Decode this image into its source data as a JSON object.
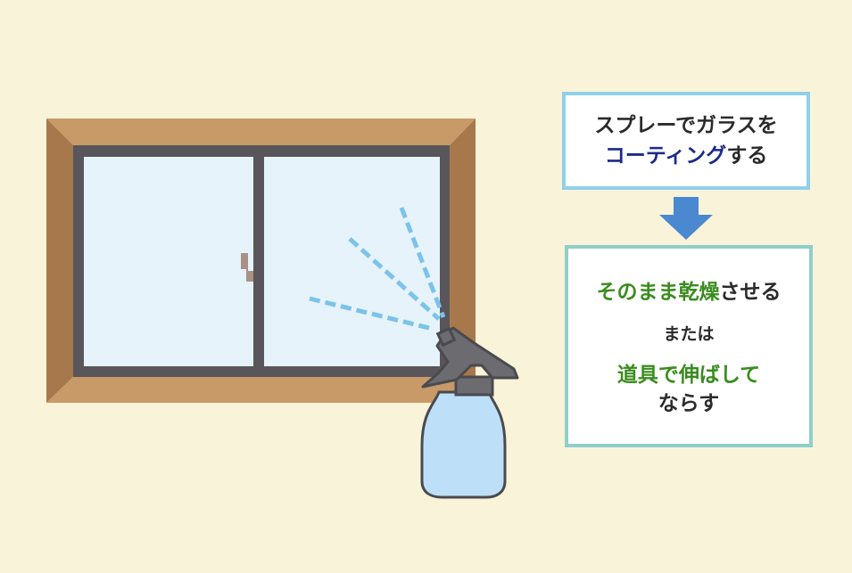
{
  "step1": {
    "line1": "スプレーでガラスを",
    "line2_highlight": "コーティング",
    "line2_rest": "する"
  },
  "step2": {
    "option1_highlight": "そのまま乾燥",
    "option1_rest": "させる",
    "connector": "または",
    "option2_highlight": "道具で伸ばして",
    "option2_rest": "ならす"
  },
  "colors": {
    "background": "#f9f3d9",
    "frame": "#b0875c",
    "glass": "#e6f3fb",
    "sash": "#58565a",
    "spray_mist": "#7cc3ea",
    "bottle": "#bde0f8",
    "highlight_navy": "#1b2a8a",
    "highlight_green": "#3a8c1f",
    "arrow": "#4a88d0"
  },
  "icons": [
    "window-icon",
    "spray-bottle-icon",
    "spray-mist-icon",
    "down-arrow-icon"
  ]
}
